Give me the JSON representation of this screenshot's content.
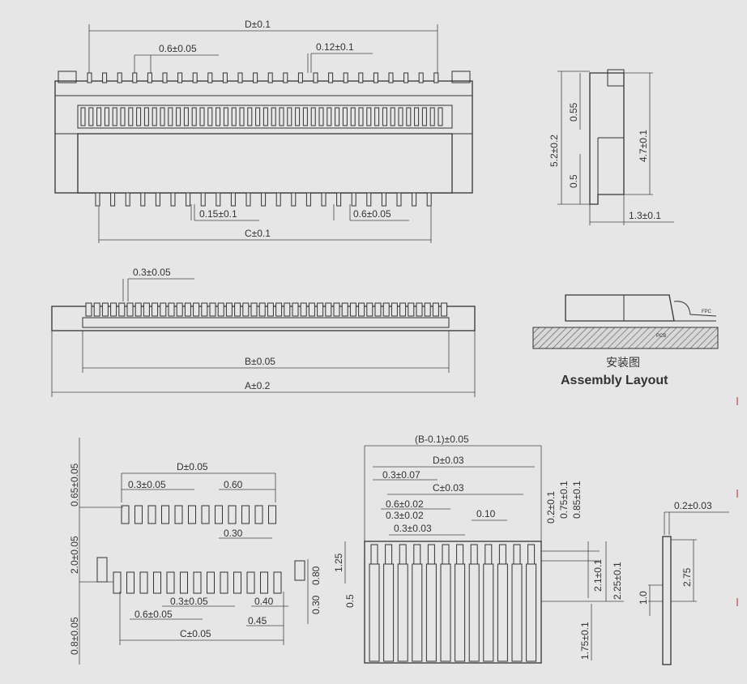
{
  "top_view": {
    "dim_D": "D±0.1",
    "dim_pitch": "0.6±0.05",
    "dim_slot": "0.12±0.1",
    "dim_pin": "0.15±0.1",
    "dim_pitch_bottom": "0.6±0.05",
    "dim_C": "C±0.1"
  },
  "side_view": {
    "dim_height": "5.2±0.2",
    "dim_055": "0.55",
    "dim_05": "0.5",
    "dim_47": "4.7±0.1",
    "dim_13": "1.3±0.1"
  },
  "front_view": {
    "dim_03": "0.3±0.05",
    "dim_B": "B±0.05",
    "dim_A": "A±0.2"
  },
  "assembly": {
    "fpc_label": "FPC",
    "pcb_label": "PCB",
    "caption_cn": "安装图",
    "caption_en": "Assembly Layout"
  },
  "pcb_layout": {
    "dim_D": "D±0.05",
    "dim_03": "0.3±0.05",
    "dim_060": "0.60",
    "dim_030": "0.30",
    "dim_pitch": "0.6±0.05",
    "dim_03b": "0.3±0.05",
    "dim_040": "0.40",
    "dim_045": "0.45",
    "dim_C": "C±0.05",
    "dim_065": "0.65±0.05",
    "dim_20": "2.0±0.05",
    "dim_08": "0.8±0.05",
    "dim_080": "0.80",
    "dim_030v": "0.30"
  },
  "fpc_layout": {
    "dim_B01": "(B-0.1)±0.05",
    "dim_D": "D±0.03",
    "dim_03": "0.3±0.07",
    "dim_C": "C±0.03",
    "dim_06": "0.6±0.02",
    "dim_03b": "0.3±0.02",
    "dim_010": "0.10",
    "dim_03c": "0.3±0.03",
    "dim_02": "0.2±0.1",
    "dim_075": "0.75±0.1",
    "dim_085": "0.85±0.1",
    "dim_125": "1.25",
    "dim_05": "0.5",
    "dim_21": "2.1±0.1",
    "dim_225": "2.25±0.1",
    "dim_175": "1.75±0.1"
  },
  "fpc_thickness": {
    "dim_02": "0.2±0.03",
    "dim_275": "2.75",
    "dim_10": "1.0"
  }
}
